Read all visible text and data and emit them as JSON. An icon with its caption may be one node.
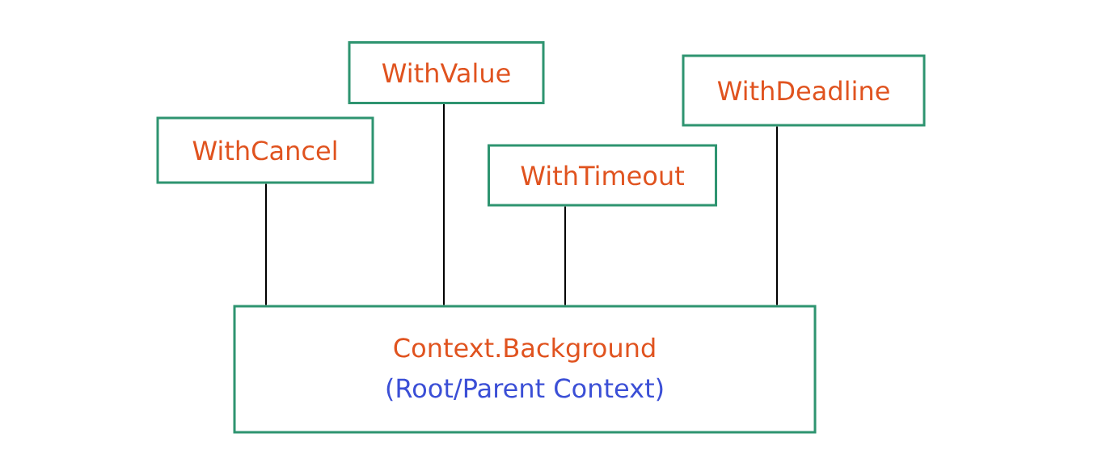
{
  "diagram": {
    "nodes": [
      {
        "text": [
          "WithCancel"
        ]
      },
      {
        "text": [
          "WithValue"
        ]
      },
      {
        "text": [
          "WithTimeout"
        ]
      },
      {
        "text": [
          "WithDeadline"
        ]
      },
      {
        "text": [
          "Context.Background",
          "(Root/Parent Context)"
        ]
      }
    ],
    "edges": [
      {
        "from": 0,
        "to": 4,
        "arrow": "none"
      },
      {
        "from": 1,
        "to": 4,
        "arrow": "none"
      },
      {
        "from": 2,
        "to": 4,
        "arrow": "none"
      },
      {
        "from": 3,
        "to": 4,
        "arrow": "none"
      }
    ]
  }
}
